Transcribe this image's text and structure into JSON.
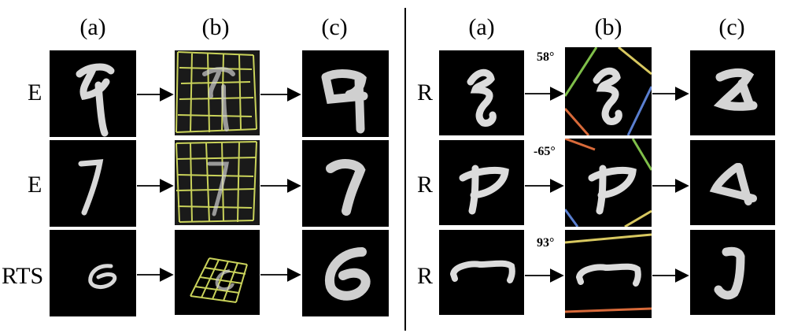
{
  "column_headers": {
    "left": [
      "(a)",
      "(b)",
      "(c)"
    ],
    "right": [
      "(a)",
      "(b)",
      "(c)"
    ]
  },
  "left_panel": {
    "rows": [
      {
        "label": "E"
      },
      {
        "label": "E"
      },
      {
        "label": "RTS"
      }
    ]
  },
  "right_panel": {
    "rows": [
      {
        "label": "R",
        "angle": "58°"
      },
      {
        "label": "R",
        "angle": "-65°"
      },
      {
        "label": "R",
        "angle": "93°"
      }
    ]
  },
  "colors": {
    "grid": "#c9d25a",
    "stroke": "#e8e8e8",
    "box_green": "#7fbf4a",
    "box_yellow": "#d8c860",
    "box_blue": "#5a7fd0",
    "box_orange": "#d86a3a"
  }
}
